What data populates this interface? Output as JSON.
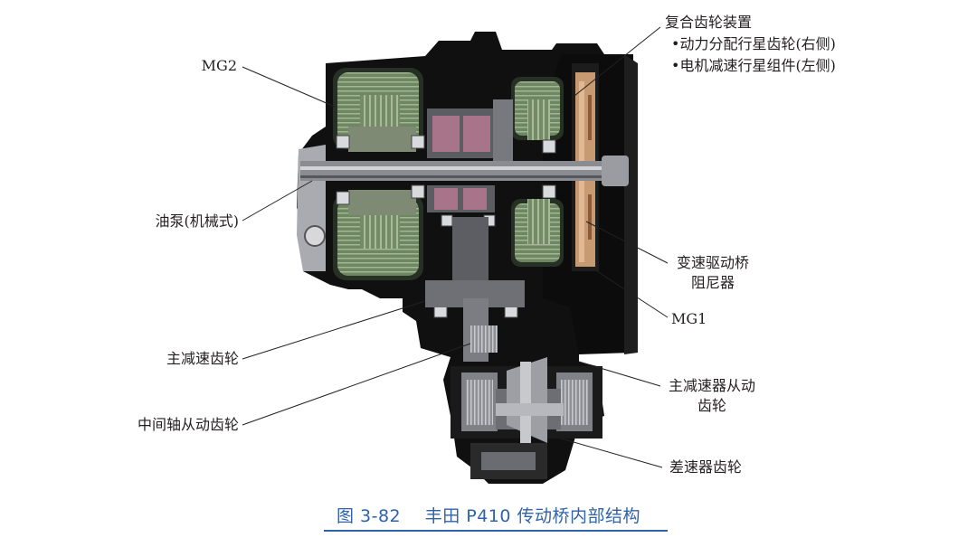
{
  "labels": {
    "mg2": "MG2",
    "compound_gear": "复合齿轮装置",
    "power_split": "•动力分配行星齿轮(右侧)",
    "motor_reduction": "•电机减速行星组件(左侧)",
    "oil_pump": "油泵(机械式)",
    "damper_line1": "变速驱动桥",
    "damper_line2": "阻尼器",
    "mg1": "MG1",
    "final_drive_gear": "主减速齿轮",
    "counter_driven_gear": "中间轴从动齿轮",
    "final_driven_line1": "主减速器从动",
    "final_driven_line2": "齿轮",
    "diff_gear": "差速器齿轮"
  },
  "caption": {
    "number": "图 3-82",
    "title": "丰田 P410 传动桥内部结构"
  },
  "colors": {
    "housing": "#121212",
    "metal": "#8a8c92",
    "winding": "#6f8a62",
    "bearing": "#b67f8f",
    "damper": "#c89a72",
    "caption": "#2f63a8"
  }
}
